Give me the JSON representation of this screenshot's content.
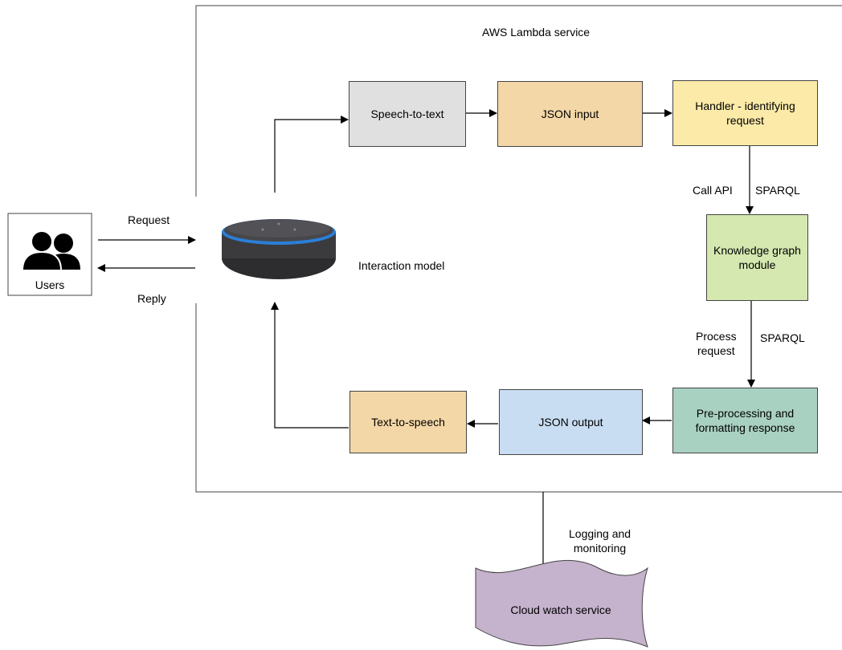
{
  "container_title": "AWS Lambda service",
  "users": {
    "label": "Users",
    "icon": "users-icon"
  },
  "device": {
    "icon": "smart-speaker-icon",
    "label": "Interaction model"
  },
  "edges": {
    "request": "Request",
    "reply": "Reply",
    "call_api": "Call API",
    "sparql_1": "SPARQL",
    "process_request": "Process\nrequest",
    "sparql_2": "SPARQL",
    "logging": "Logging and\nmonitoring"
  },
  "nodes": {
    "speech_to_text": {
      "label": "Speech-to-text",
      "color": "#e0e0e0"
    },
    "json_input": {
      "label": "JSON input",
      "color": "#f4d7a6"
    },
    "handler": {
      "label": "Handler - identifying request",
      "color": "#fbeaa8"
    },
    "knowledge_graph": {
      "label": "Knowledge graph module",
      "color": "#d4e8b0"
    },
    "preprocessing": {
      "label": "Pre-processing and formatting response",
      "color": "#a9d1c2"
    },
    "json_output": {
      "label": "JSON output",
      "color": "#c9ddf2"
    },
    "text_to_speech": {
      "label": "Text-to-speech",
      "color": "#f4d7a6"
    },
    "cloud_watch": {
      "label": "Cloud watch service",
      "color": "#c5b2cd"
    }
  }
}
